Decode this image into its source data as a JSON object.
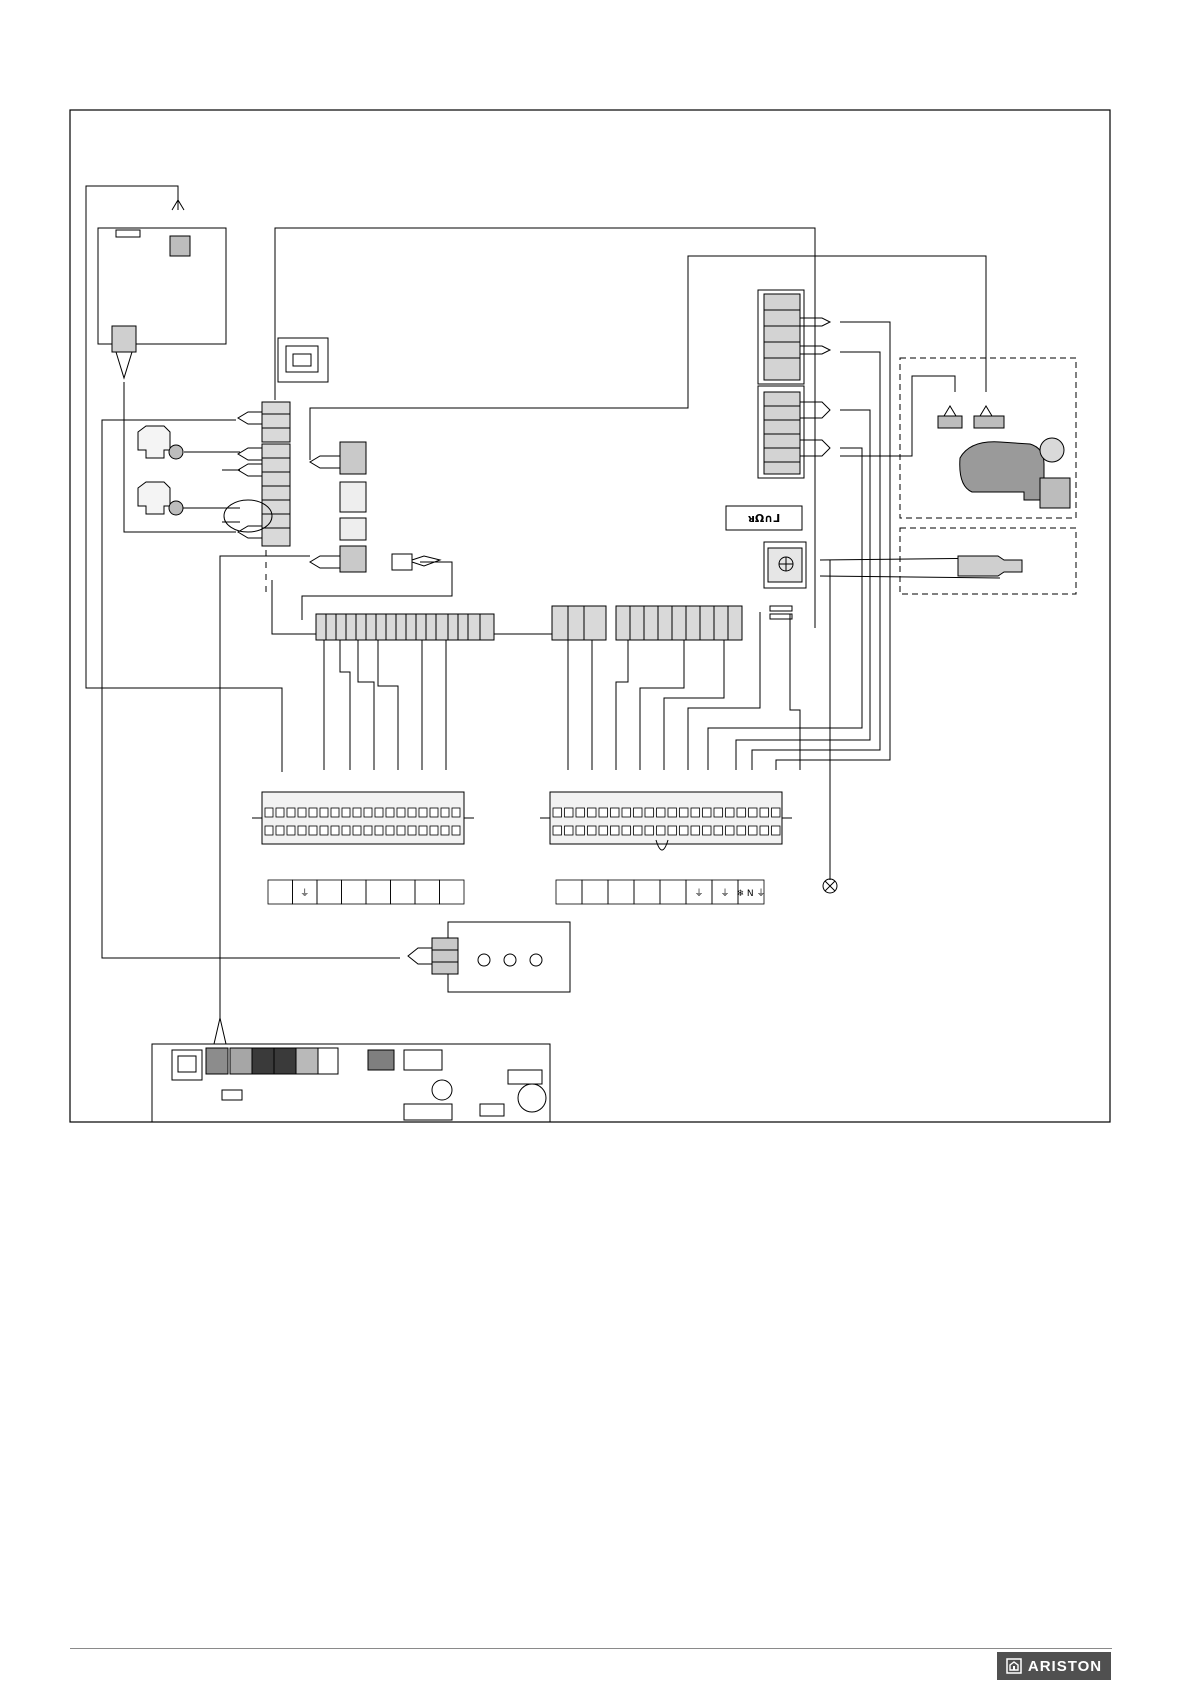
{
  "diagram": {
    "display_label": "ᴚΩ∩⅃",
    "terminal_labels_left": [
      "",
      "⏚",
      "",
      "",
      "",
      "",
      "",
      ""
    ],
    "terminal_labels_right": [
      "",
      "",
      "",
      "",
      "",
      "⏚",
      "⏚",
      "❄ N ⏚"
    ]
  },
  "footer": {
    "brand": "ARISTON",
    "brand_color": "#505050"
  }
}
